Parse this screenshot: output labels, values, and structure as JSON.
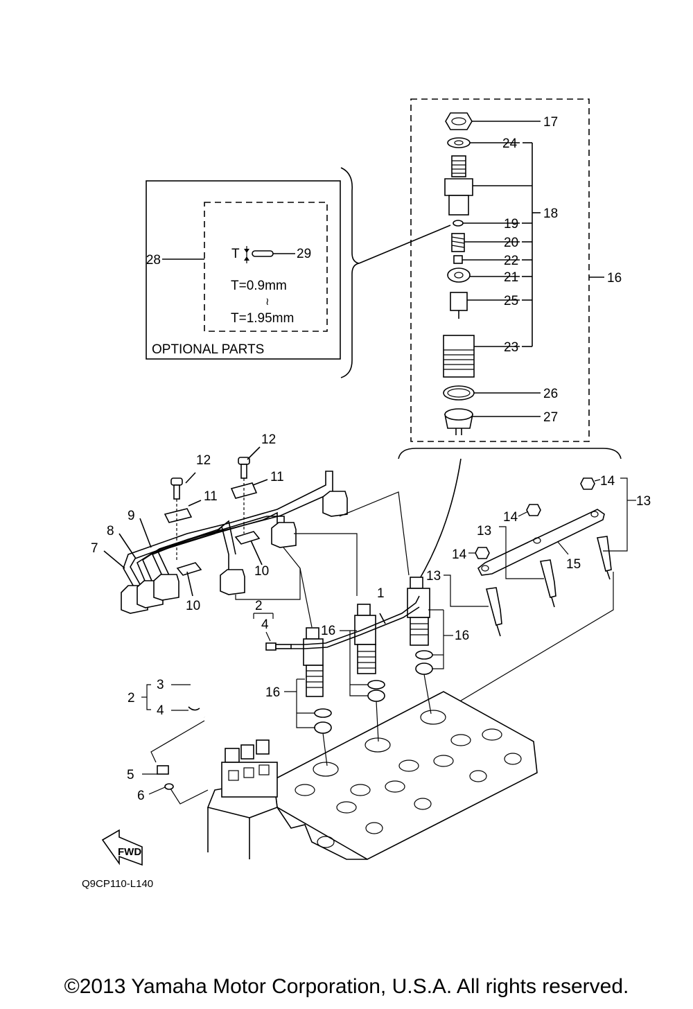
{
  "optional_box": {
    "title": "OPTIONAL PARTS",
    "t_symbol": "T",
    "t_min": "T=0.9mm",
    "range_glyph": "≀",
    "t_max": "T=1.95mm",
    "label_28": "28",
    "label_29": "29"
  },
  "callouts": {
    "c1": "1",
    "c2a": "2",
    "c2b": "2",
    "c3": "3",
    "c4a": "4",
    "c4b": "4",
    "c5": "5",
    "c6": "6",
    "c7": "7",
    "c8": "8",
    "c9": "9",
    "c10a": "10",
    "c10b": "10",
    "c11a": "11",
    "c11b": "11",
    "c12a": "12",
    "c12b": "12",
    "c13a": "13",
    "c13b": "13",
    "c13c": "13",
    "c14a": "14",
    "c14b": "14",
    "c14c": "14",
    "c15": "15",
    "c16a": "16",
    "c16b": "16",
    "c16c": "16",
    "c16d": "16",
    "c17": "17",
    "c18": "18",
    "c19": "19",
    "c20": "20",
    "c21": "21",
    "c22": "22",
    "c23": "23",
    "c24": "24",
    "c25": "25",
    "c26": "26",
    "c27": "27"
  },
  "fwd_label": "FWD",
  "figure_code": "Q9CP110-L140",
  "copyright": "©2013 Yamaha Motor Corporation, U.S.A. All rights reserved."
}
